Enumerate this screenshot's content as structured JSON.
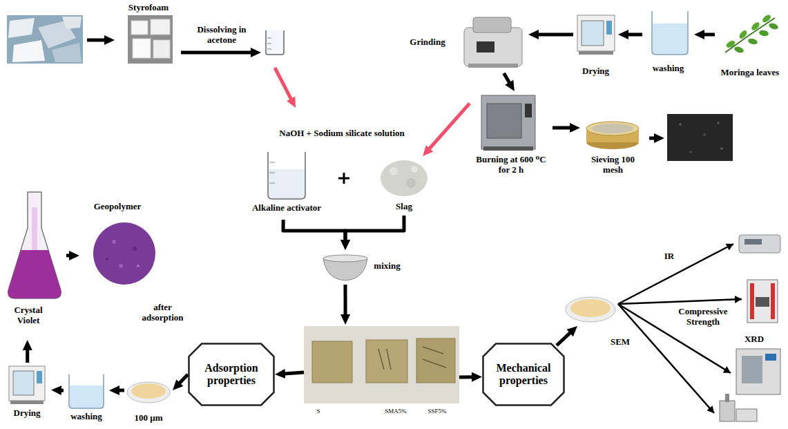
{
  "diagram": {
    "nodes": [
      {
        "text": [
          "Styrofoam"
        ]
      },
      {
        "text": [
          "Grinding"
        ]
      },
      {
        "text": [
          "Drying"
        ]
      },
      {
        "text": [
          "washing"
        ]
      },
      {
        "text": [
          "Moringa leaves"
        ]
      },
      {
        "text": [
          "Alkaline activator"
        ]
      },
      {
        "text": [
          "Slag"
        ]
      },
      {
        "text": [
          "Burning at 600 ⁰C for 2 h"
        ]
      },
      {
        "text": [
          "Sieving 100 mesh"
        ]
      },
      {
        "text": [
          "Geopolymer",
          "after adsorption"
        ]
      },
      {
        "text": [
          "Crystal Violet"
        ]
      },
      {
        "text": [
          "mixing"
        ]
      },
      {
        "text": [
          "Adsorption properties"
        ]
      },
      {
        "text": [
          "S",
          "SMA5%",
          "SSF5%"
        ]
      },
      {
        "text": [
          "Mechanical properties"
        ]
      },
      {
        "text": [
          "100 µm"
        ]
      },
      {
        "text": [
          "washing"
        ]
      },
      {
        "text": [
          "Drying"
        ]
      }
    ],
    "edges": [
      {
        "from": 4,
        "to": 3,
        "arrow": "to"
      },
      {
        "from": 3,
        "to": 2,
        "arrow": "to"
      },
      {
        "from": 2,
        "to": 1,
        "arrow": "to"
      },
      {
        "from": 1,
        "to": 7,
        "arrow": "to"
      },
      {
        "from": 7,
        "to": 8,
        "arrow": "to"
      },
      {
        "from": 7,
        "to": 6,
        "arrow": "to"
      },
      {
        "from": 5,
        "to": 11,
        "arrow": "to"
      },
      {
        "from": 6,
        "to": 11,
        "arrow": "to"
      },
      {
        "from": 11,
        "to": 13,
        "arrow": "to"
      },
      {
        "from": 13,
        "to": 12,
        "arrow": "to"
      },
      {
        "from": 13,
        "to": 14,
        "arrow": "to"
      },
      {
        "from": 12,
        "to": 15,
        "arrow": "to"
      },
      {
        "from": 15,
        "to": 16,
        "arrow": "to"
      },
      {
        "from": 16,
        "to": 17,
        "arrow": "to"
      },
      {
        "from": 17,
        "to": 10,
        "arrow": "to"
      },
      {
        "from": 10,
        "to": 9,
        "arrow": "to"
      }
    ],
    "labels": [
      "Dissolving in acetone",
      "NaOH + Sodium silicate solution",
      "IR",
      "Compressive Strength",
      "XRD",
      "SEM"
    ]
  }
}
